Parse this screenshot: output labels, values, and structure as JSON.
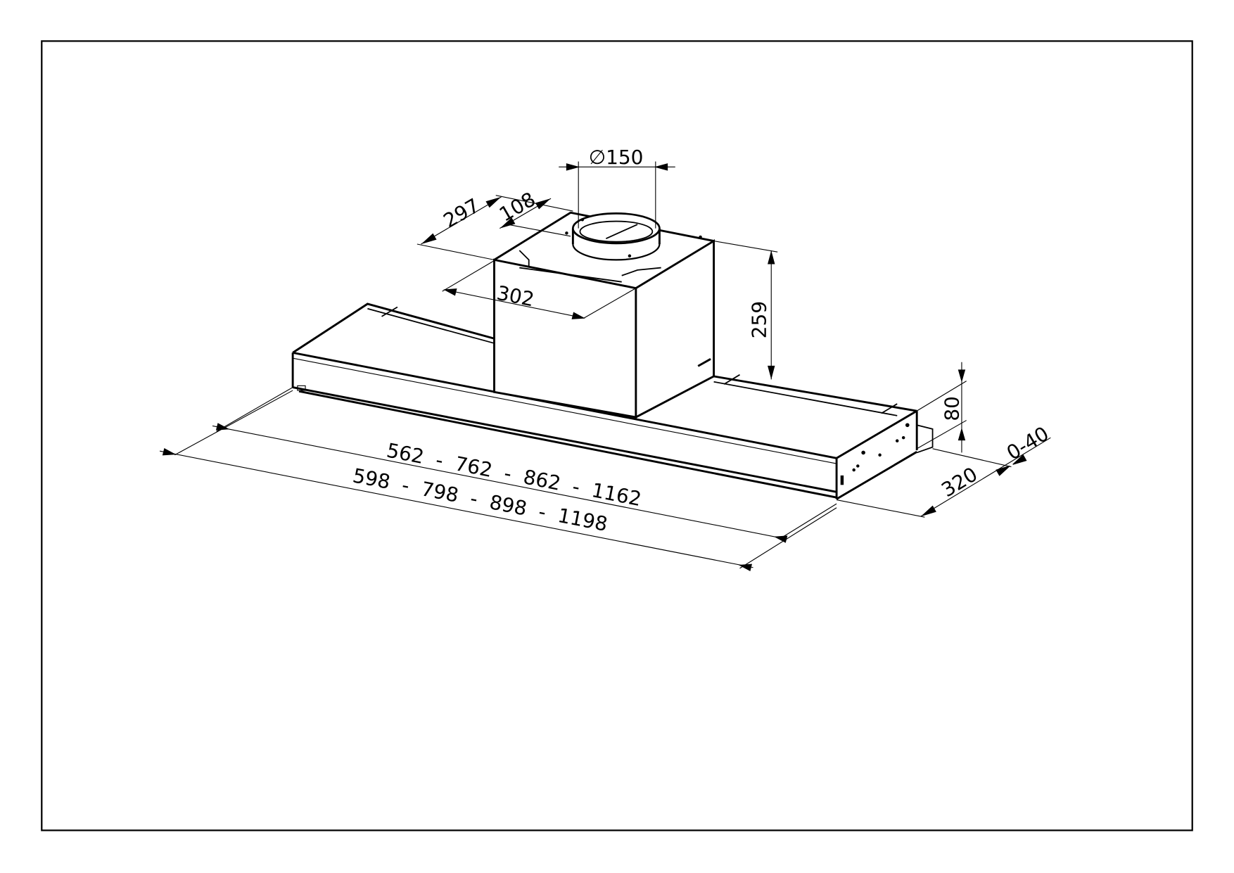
{
  "drawing": {
    "subject": "",
    "dimensions": {
      "duct_diameter": "∅150",
      "depth_top": "297",
      "offset": "108",
      "motor_width": "302",
      "motor_height": "259",
      "body_height": "80",
      "body_depth": "320",
      "adjust_range": "0-40",
      "inner_widths": "562  -  762  -  862  -  1162",
      "outer_widths": "598  -  798  -  898  -  1198"
    }
  }
}
